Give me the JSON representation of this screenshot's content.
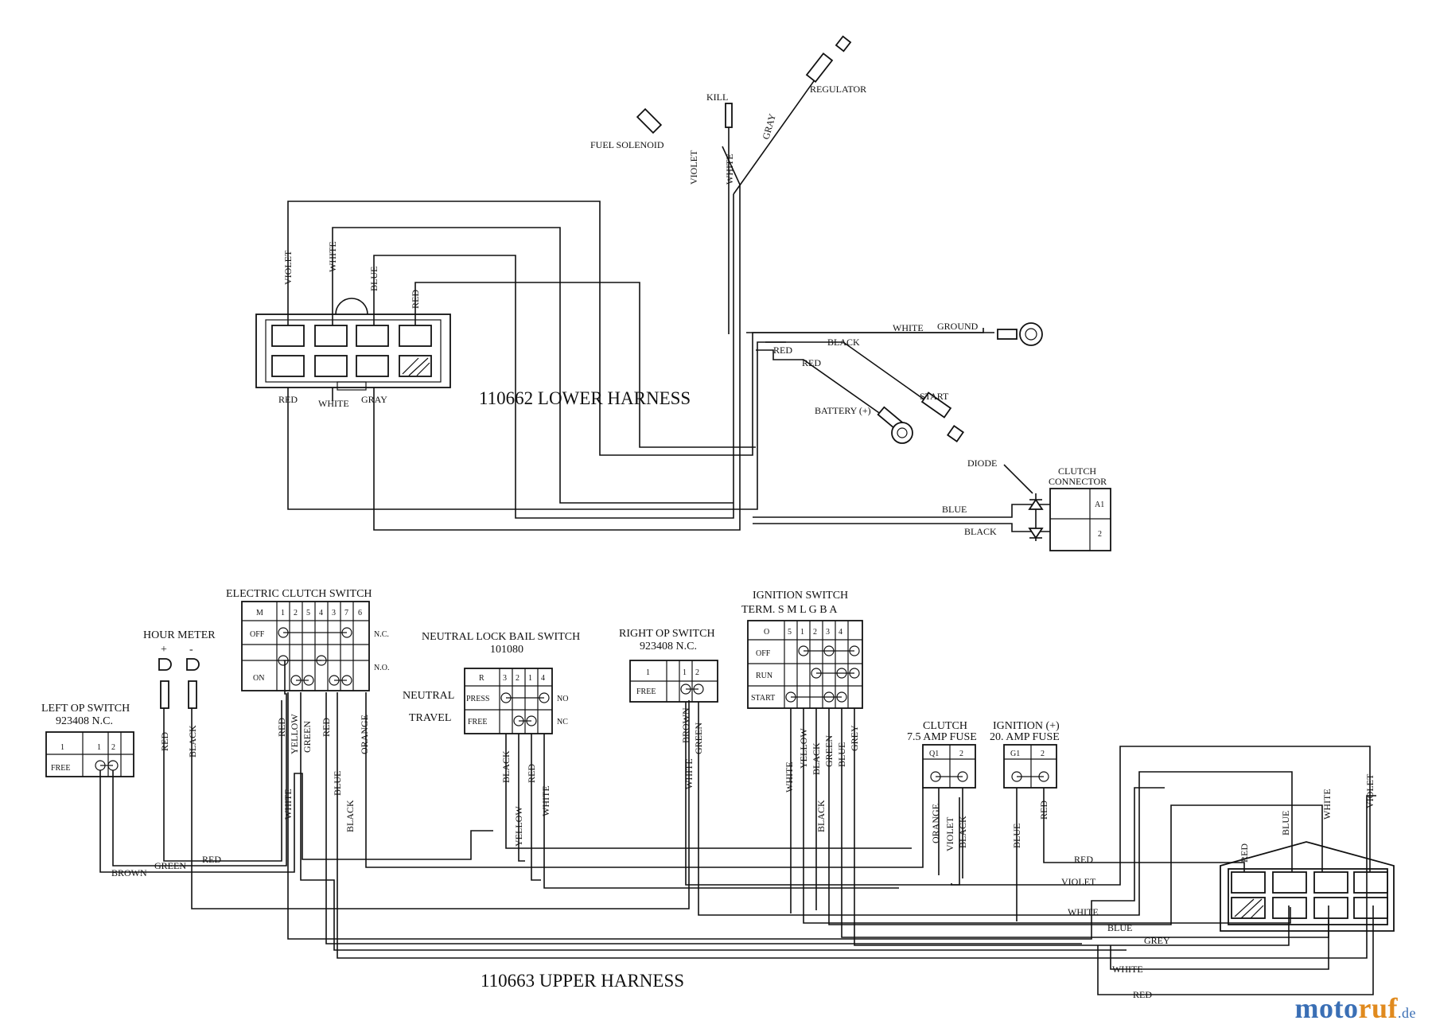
{
  "lower": {
    "title": "110662 LOWER HARNESS",
    "kill": "KILL",
    "regulator": "REGULATOR",
    "fuel_solenoid": "FUEL SOLENOID",
    "ground": "GROUND",
    "start": "START",
    "battery": "BATTERY (+)",
    "diode": "DIODE",
    "clutch_connector_1": "CLUTCH",
    "clutch_connector_2": "CONNECTOR",
    "pin_a1": "A1",
    "pin_2": "2",
    "wires": {
      "violet": "VIOLET",
      "white": "WHITE",
      "gray": "GRAY",
      "blue": "BLUE",
      "red": "RED",
      "black": "BLACK"
    }
  },
  "upper": {
    "title": "110663 UPPER HARNESS",
    "hour_meter": "HOUR METER",
    "plus": "+",
    "minus": "-",
    "left_op_switch": "LEFT OP SWITCH",
    "left_op_part": "923408 N.C.",
    "right_op_switch": "RIGHT OP SWITCH",
    "right_op_part": "923408 N.C.",
    "electric_clutch_switch": "ELECTRIC CLUTCH SWITCH",
    "neutral_lock": "NEUTRAL LOCK BAIL SWITCH",
    "neutral_lock_part": "101080",
    "neutral": "NEUTRAL",
    "travel": "TRAVEL",
    "ignition_switch": "IGNITION SWITCH",
    "ignition_term": "TERM. S M L G B A",
    "clutch_fuse_1": "CLUTCH",
    "clutch_fuse_2": "7.5 AMP FUSE",
    "ign_fuse_1": "IGNITION (+)",
    "ign_fuse_2": "20. AMP FUSE",
    "nc": "N.C.",
    "no": "N.O.",
    "no2": "NO",
    "nc2": "NC",
    "cells": {
      "m": "M",
      "off": "OFF",
      "on": "ON",
      "one": "1",
      "free": "FREE",
      "r": "R",
      "press": "PRESS",
      "o": "O",
      "run": "RUN",
      "start": "START",
      "q1": "Q1",
      "g1": "G1",
      "two": "2",
      "three": "3",
      "four": "4",
      "five": "5",
      "six": "6",
      "seven": "7"
    },
    "wires": {
      "red": "RED",
      "black": "BLACK",
      "white": "WHITE",
      "yellow": "YELLOW",
      "green": "GREEN",
      "blue": "BLUE",
      "orange": "ORANGE",
      "brown": "BROWN",
      "violet": "VIOLET",
      "grey": "GREY"
    }
  },
  "watermark": {
    "moto": "moto",
    "ruf": "ruf",
    "tld": ".de",
    "c1": "#3a6fb5",
    "c2": "#e08a1e"
  }
}
